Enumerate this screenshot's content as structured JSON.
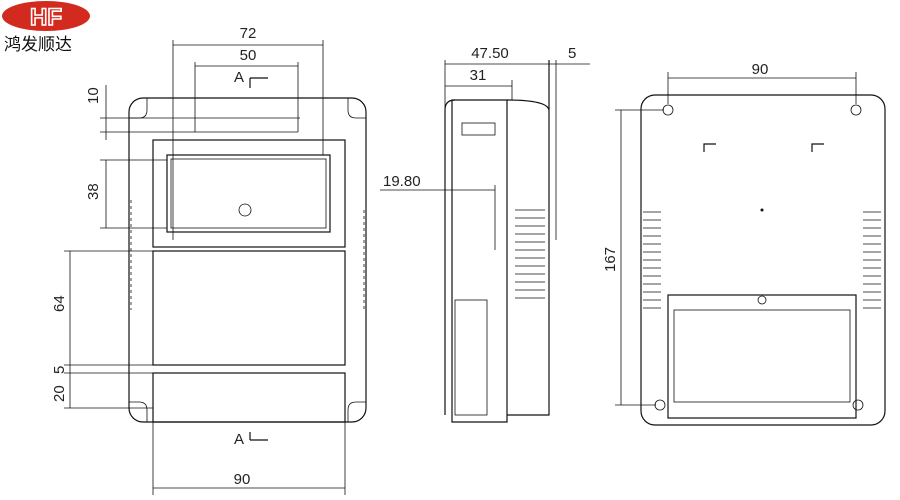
{
  "logo": {
    "mark": "HF",
    "name": "鸿发顺达",
    "color": "#d32a1f"
  },
  "front_view": {
    "width_top": "72",
    "window_width": "50",
    "section_top": "A",
    "offset_top": "10",
    "window_height": "38",
    "panel_height": "64",
    "gap": "5",
    "bottom_height": "20",
    "section_bottom": "A",
    "width_bottom": "90"
  },
  "side_view": {
    "depth_total": "47.50",
    "lip": "5",
    "depth_body": "31",
    "inner_depth": "19.80"
  },
  "back_view": {
    "hole_spacing": "90",
    "hole_height": "167"
  }
}
